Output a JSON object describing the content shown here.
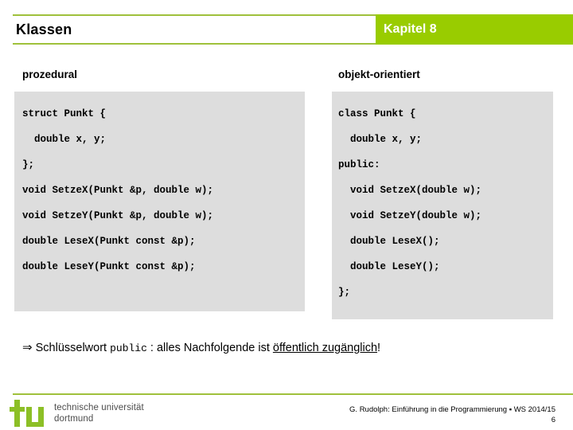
{
  "header": {
    "title": "Klassen",
    "chapter": "Kapitel 8",
    "accent_color": "#99cc00",
    "rule_color": "#9fc13b"
  },
  "columns": {
    "left": {
      "caption": "prozedural",
      "code_lines": [
        "struct Punkt {",
        "  double x, y;",
        "};",
        "void SetzeX(Punkt &p, double w);",
        "void SetzeY(Punkt &p, double w);",
        "double LeseX(Punkt const &p);",
        "double LeseY(Punkt const &p);"
      ]
    },
    "right": {
      "caption": "objekt-orientiert",
      "code_lines": [
        "class Punkt {",
        "  double x, y;",
        "public:",
        "  void SetzeX(double w);",
        "  void SetzeY(double w);",
        "  double LeseX();",
        "  double LeseY();",
        "};"
      ]
    },
    "code_background": "#dddddd"
  },
  "conclusion": {
    "arrow": "⇒",
    "text_before": "Schlüsselwort ",
    "keyword": "public",
    "text_middle": " : alles Nachfolgende ist ",
    "underlined": "öffentlich zugänglich",
    "text_after": "!"
  },
  "footer": {
    "logo_line1": "technische universität",
    "logo_line2": "dortmund",
    "credit": "G. Rudolph: Einführung in die Programmierung ▪ WS 2014/15",
    "page_number": "6",
    "logo_color": "#8cbf26"
  }
}
